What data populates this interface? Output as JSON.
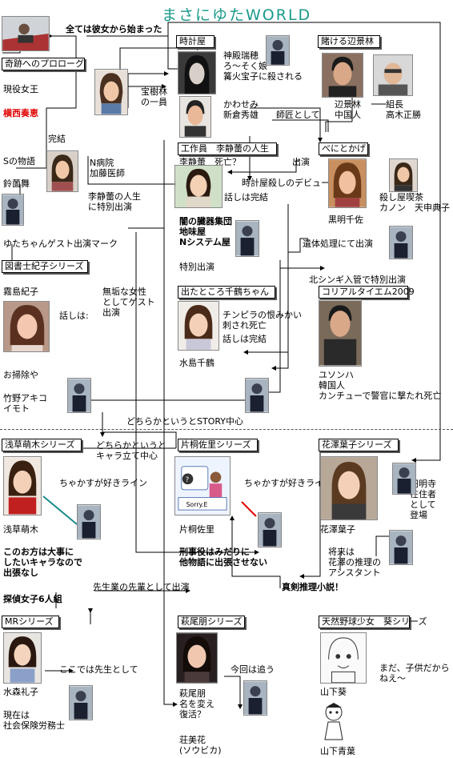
{
  "title": "まさにゆたWORLD",
  "boxes": {
    "kiseki": "奇跡へのプロローグ",
    "tokeiya": "時計屋",
    "kakeru": "賭ける辺景林",
    "kousakuin": "工作員　李静蕾の人生",
    "beni": "べにとかげ",
    "toshokan": "図書士紀子シリーズ",
    "detatoko": "出たところ千鶴ちゃん",
    "korean": "コリアルタイエム2009",
    "asakusa": "浅草萌木シリーズ",
    "katagiri": "片桐佐里シリーズ",
    "hanazawa": "花澤葉子シリーズ",
    "mr": "MRシリーズ",
    "hagio": "萩尾朋シリーズ",
    "tennen": "天然野球少女　葵シリーズ"
  },
  "texts": {
    "subete": "全ては彼女から始まった",
    "genyaku": "現役女王",
    "yokonishi": "横西奏恵",
    "kanketsu": "完結",
    "s_story": "Sの物語",
    "suzuno": "鈴薗舞",
    "hoju": "宝樹林\nの一員",
    "jindono": "神殿瑞穂\nろ～そく娘\n篝火宝子に殺される",
    "kawasemi": "かわせみ\n新倉秀雄",
    "shisho": "師匠として",
    "henkeirin": "辺景林\n中国人",
    "kumicho": "組長\n高木正勝",
    "n_byoin": "N病院\n加藤医師",
    "ri_seirai": "李静蕾　死亡？",
    "tokeiya_debut": "時計屋殺しのデビュー",
    "hanashi1": "話しは完結",
    "shutsuen1": "出演",
    "ri_jinsei": "李静蕾の人生\nに特別出演",
    "yami": "闇の臓器集団\n地味屋\nNシステム屋",
    "kokumei": "黒明千佐",
    "koroshiya": "殺し屋喫茶\nカノン　天申典子",
    "yuta_guest": "ゆたちゃんゲスト出演マーク",
    "itai": "遺体処理にて出演",
    "tokubetsu1": "特別出演",
    "kitashingi": "北シンギ入管で特別出演",
    "kirishima": "霧島紀子",
    "muku": "無垢な女性\nとしてゲスト\n出演",
    "hanashi_wa": "話しは:",
    "chinpira": "チンピラの恨みかい\n刺され死亡",
    "hanashi2": "話しは完結",
    "mizushima": "水島千鶴",
    "osoji": "お掃除や",
    "takeno": "竹野アキコ\nイモト",
    "yusonha": "ユソンハ\n韓国人\nカンチューで警官に撃たれ死亡",
    "story_chushin": "どちらかというとSTORY中心",
    "chara_chushin": "どちらかというと\nキャラ立て中心",
    "chakasu1": "ちゃかすが好きライン",
    "chakasu2": "ちゃかすが好きライ",
    "enmei": "円明寺\n在住者\nとして\n登場",
    "asakusa_moegi": "浅草萌木",
    "konokata": "このお方は大事に\nしたいキャラなので\n出張なし",
    "katagiri_sari": "片桐佐里",
    "hanazawa_yoko": "花澤葉子",
    "keiji": "刑事役はみだりに\n他物語に出張させない",
    "shourai": "将来は\n花澤の推理の\nアシスタント",
    "sensei_shutsuen": "先生業の先輩として出演",
    "shinken": "真剣推理小説！",
    "tanteijoshi": "探偵女子6人組",
    "mizumori": "水森礼子",
    "kokodewa": "ここでは先生として",
    "genzai": "現在は\n社会保険労務士",
    "konkai": "今回は追う",
    "hagio_tomo": "萩尾朋\n名を変え\n復活？",
    "sobika": "荘美花\n(ソウビカ)",
    "yamashita_aoi": "山下葵",
    "mada": "まだ、子供だから\nねえ～",
    "yamashita_aoba": "山下青葉",
    "sorry": "Sorry.E"
  }
}
